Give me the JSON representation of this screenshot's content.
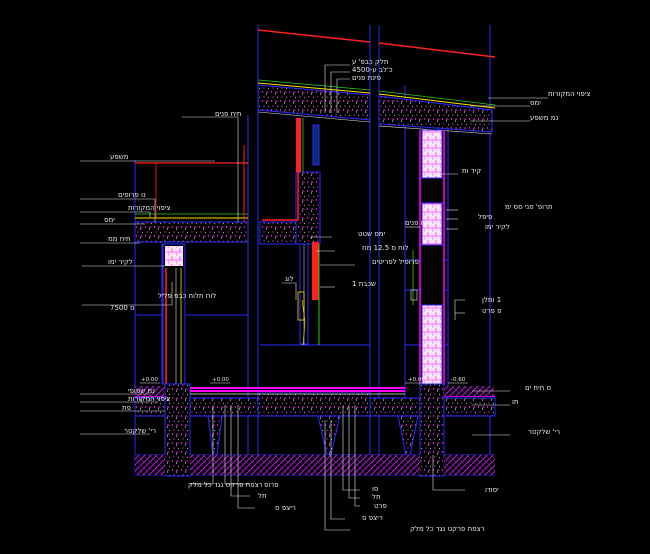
{
  "colors": {
    "background": "#000000",
    "structure_blue": "#2a2aff",
    "leader_white": "#e6e6e6",
    "red": "#ff2020",
    "magenta": "#ff00ff",
    "concrete_dots": "#ff40ff",
    "yellow": "#ffe000",
    "green": "#20d020",
    "cyan": "#00c8ff"
  },
  "labels": {
    "roof_1": "תלק כבפ' ע",
    "roof_2": "כ'לב ע-4500",
    "roof_3": "פינת פנים",
    "roof_right_1": "ציפוי המקורות",
    "roof_right_2": "ימס",
    "roof_right_3": "נמ משפע",
    "wall_left_top": "תיח פנים",
    "parapet_note": "משפע",
    "left_1": "נו פרופים",
    "left_2": "ציפוי המקורות",
    "left_3": "ימס",
    "left_4": "תיח ממ",
    "left_5": "לקיר ימו",
    "left_6": "לוח תלוח כבפ פליל",
    "left_7": "ס 7500",
    "mid_1": "ימס שטט",
    "mid_2": "לוח ס 12.5 מח",
    "mid_3": "פרופיל לפריטים",
    "mid_4": "לוג",
    "mid_5": "שכבת 1",
    "right_1": "קיר ות",
    "right_2": "תיח פנים",
    "right_3": "תרופ' פני סס ימ",
    "right_4": "פיפל",
    "right_5": "לקיר ימו",
    "right_6": "1 ומלן",
    "right_7": "פ פרט",
    "level_left": "+0.00",
    "level_mid": "+0.00",
    "level_right_1": "+0.00",
    "level_right_2": "-0.60",
    "ground_left_1": "נמ שפופי",
    "ground_left_2": "ציפוי המקורות",
    "ground_left_3": "פת",
    "ground_left_4": "רי' שלקטר",
    "ground_right_1": "ס תיח ים",
    "ground_right_2": "תו",
    "ground_right_3": "רי' שלקטר",
    "bottom_1": "רצפת פרקט נגד כל מלק",
    "bottom_2": "פרופ",
    "bottom_3": "תל",
    "bottom_4": "ריצפ ס",
    "bottom_5": "סו",
    "bottom_6": "תל",
    "bottom_7": "פרט",
    "bottom_8": "ריצפ ס",
    "bottom_9": "רצפת פרקט נגד כל מלק",
    "bottom_10": "יסודו"
  }
}
